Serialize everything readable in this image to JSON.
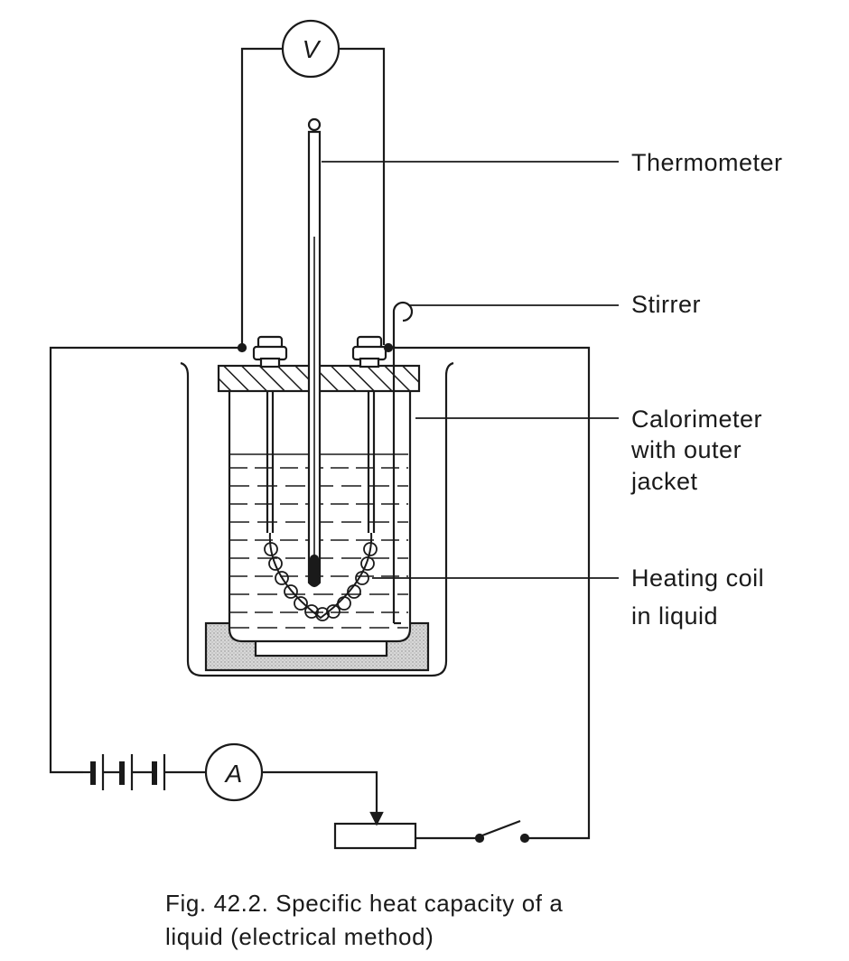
{
  "labels": {
    "voltmeter": "V",
    "ammeter": "A",
    "thermometer": "Thermometer",
    "stirrer": "Stirrer",
    "calorimeter": [
      "Calorimeter",
      "with outer",
      "jacket"
    ],
    "heating_coil": [
      "Heating coil",
      "in liquid"
    ]
  },
  "caption": {
    "line1": "Fig. 42.2. Specific heat capacity of a",
    "line2": "liquid (electrical method)"
  }
}
